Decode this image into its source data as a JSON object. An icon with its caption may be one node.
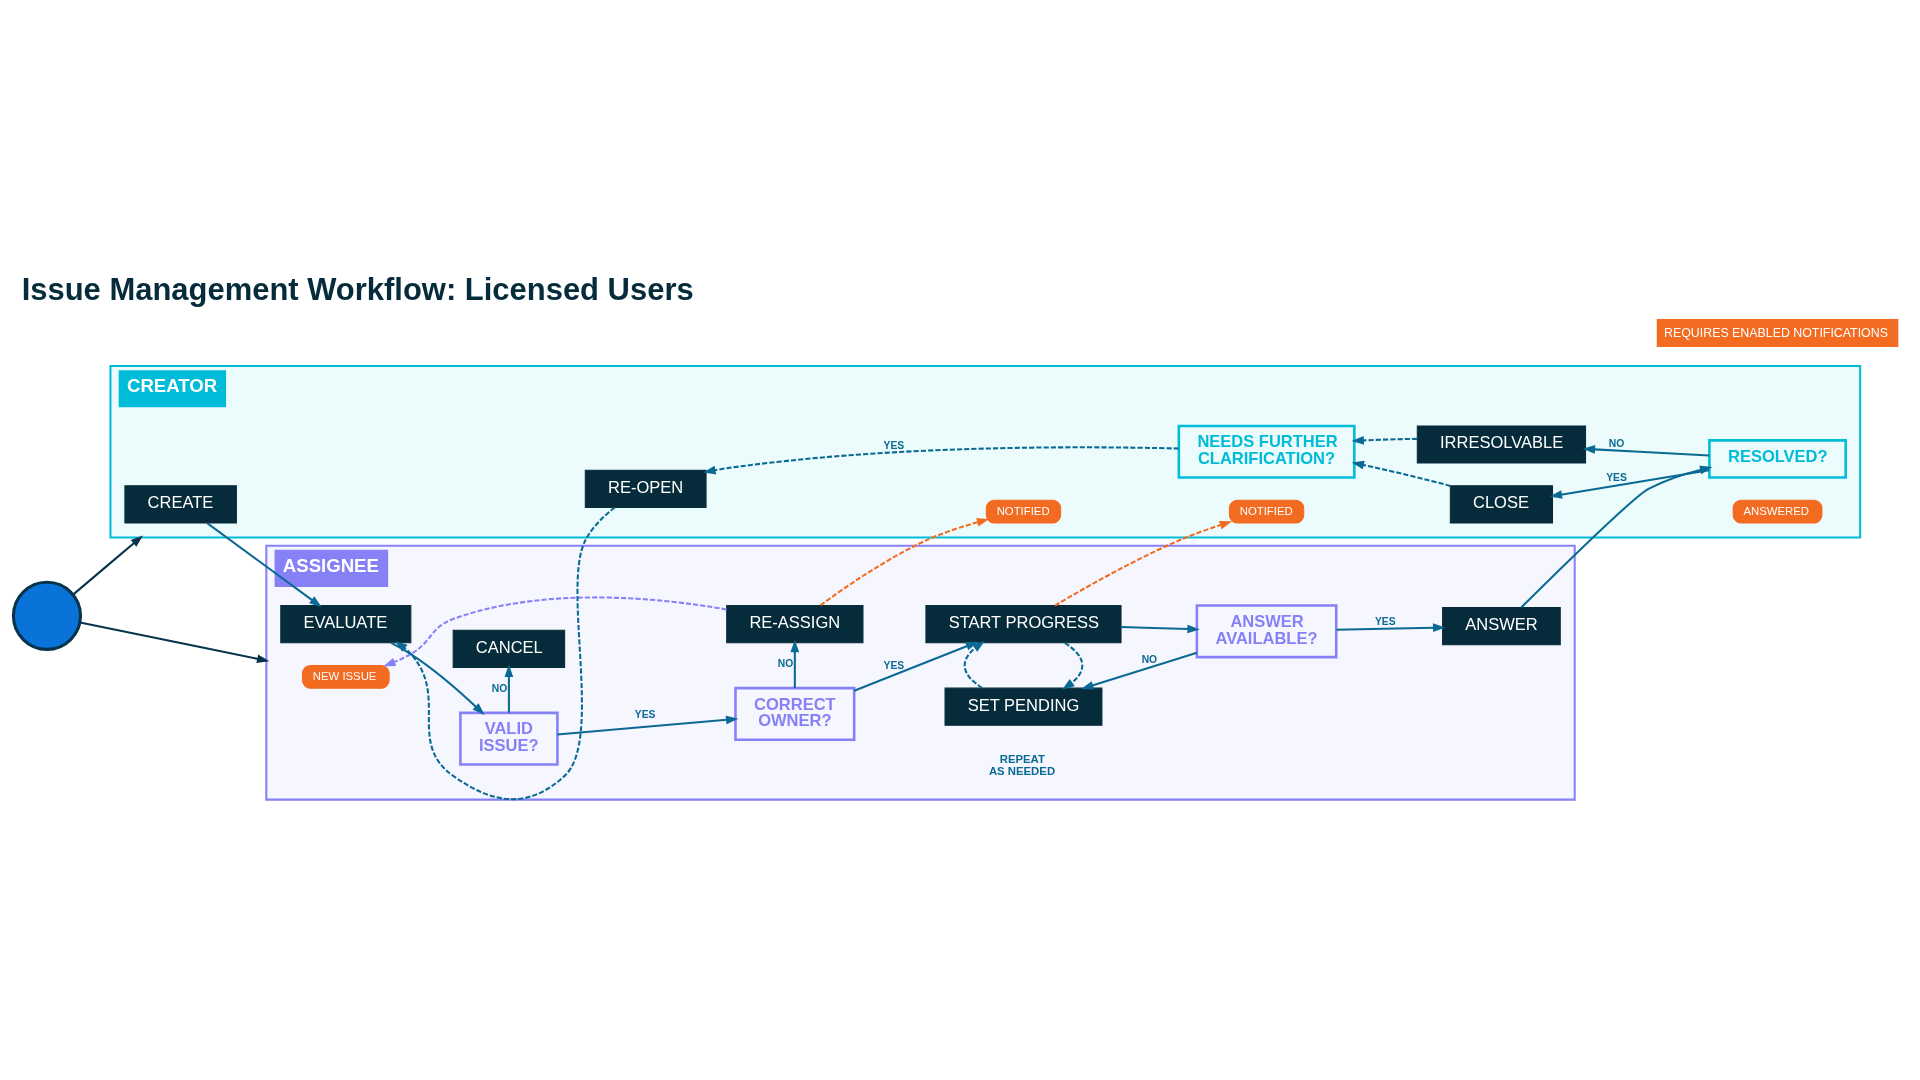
{
  "diagram": {
    "title": "Issue Management Workflow: Licensed Users",
    "nodes": [
      {
        "text": [
          "CREATOR"
        ]
      },
      {
        "text": [
          "CREATE"
        ],
        "in": 0
      },
      {
        "text": [
          "RE-OPEN"
        ],
        "in": 0
      },
      {
        "text": [
          "NEEDS FURTHER CLARIFICATION?"
        ],
        "in": 0
      },
      {
        "text": [
          "CLOSE"
        ],
        "in": 0
      },
      {
        "text": [
          "RESOLVED?"
        ],
        "in": 0
      },
      {
        "text": [
          "IRRESOLVABLE"
        ],
        "in": 0
      },
      {
        "text": [
          "NOTIFIED"
        ],
        "in": 0
      },
      {
        "text": [
          "NOTIFIED"
        ],
        "in": 0
      },
      {
        "text": [
          "ANSWERED"
        ],
        "in": 0
      },
      {
        "text": [],
        "shape": "circle"
      },
      {
        "text": [
          "ASSIGNEE"
        ]
      },
      {
        "text": [
          "NEW ISSUE"
        ],
        "in": 11
      },
      {
        "text": [
          "EVALUATE"
        ],
        "in": 11
      },
      {
        "text": [
          "VALID ISSUE?"
        ],
        "in": 11
      },
      {
        "text": [
          "CORRECT OWNER?"
        ],
        "in": 11
      },
      {
        "text": [
          "START PROGRESS"
        ],
        "in": 11
      },
      {
        "text": [
          "CANCEL"
        ],
        "in": 11
      },
      {
        "text": [
          "RE-ASSIGN"
        ],
        "in": 11
      },
      {
        "text": [
          "SET PENDING"
        ],
        "in": 11
      },
      {
        "text": [
          "ANSWER AVAILABLE?"
        ],
        "in": 11
      },
      {
        "text": [
          "ANSWER"
        ],
        "in": 11
      }
    ],
    "edges": [
      {
        "from": 1,
        "to": 13,
        "arrow": "to"
      },
      {
        "from": 2,
        "to": 13,
        "arrow": "to",
        "style": "dashed"
      },
      {
        "from": 13,
        "to": 14,
        "arrow": "to"
      },
      {
        "from": 14,
        "to": 15,
        "arrow": "to",
        "label": "YES"
      },
      {
        "from": 14,
        "to": 17,
        "arrow": "to",
        "label": "NO"
      },
      {
        "from": 15,
        "to": 16,
        "arrow": "to",
        "label": "YES"
      },
      {
        "from": 15,
        "to": 18,
        "arrow": "to",
        "label": "NO"
      },
      {
        "from": 18,
        "to": 7,
        "arrow": "to",
        "style": "dashed",
        "color": "#f26b21"
      },
      {
        "from": 18,
        "to": 12,
        "arrow": "to",
        "style": "dashed",
        "color": "#8781f8"
      },
      {
        "from": 16,
        "to": 8,
        "arrow": "to",
        "style": "dashed",
        "color": "#f26b21"
      },
      {
        "from": 16,
        "to": 19,
        "arrow": "to",
        "style": "dashed"
      },
      {
        "from": 19,
        "to": 16,
        "arrow": "to",
        "style": "dashed"
      },
      {
        "from": 16,
        "to": 20,
        "arrow": "to"
      },
      {
        "from": 20,
        "to": 21,
        "arrow": "to",
        "label": "YES"
      },
      {
        "from": 20,
        "to": 19,
        "arrow": "to",
        "label": "NO"
      },
      {
        "from": 21,
        "to": 5,
        "arrow": "to"
      },
      {
        "from": 5,
        "to": 4,
        "arrow": "to",
        "label": "YES"
      },
      {
        "from": 5,
        "to": 6,
        "arrow": "to",
        "label": "NO"
      },
      {
        "from": 4,
        "to": 3,
        "arrow": "to",
        "style": "dashed"
      },
      {
        "from": 6,
        "to": 3,
        "arrow": "to",
        "style": "dashed"
      },
      {
        "from": 3,
        "to": 2,
        "arrow": "to",
        "style": "dashed",
        "label": "YES"
      },
      {
        "from": 10,
        "to": 0,
        "arrow": "to",
        "color": "#07344d"
      },
      {
        "from": 10,
        "to": 11,
        "arrow": "to",
        "color": "#07344d"
      }
    ],
    "labels": [
      "REPEAT AS NEEDED"
    ],
    "legend": [
      {
        "text": "REQUIRES ENABLED NOTIFICATIONS"
      }
    ]
  }
}
